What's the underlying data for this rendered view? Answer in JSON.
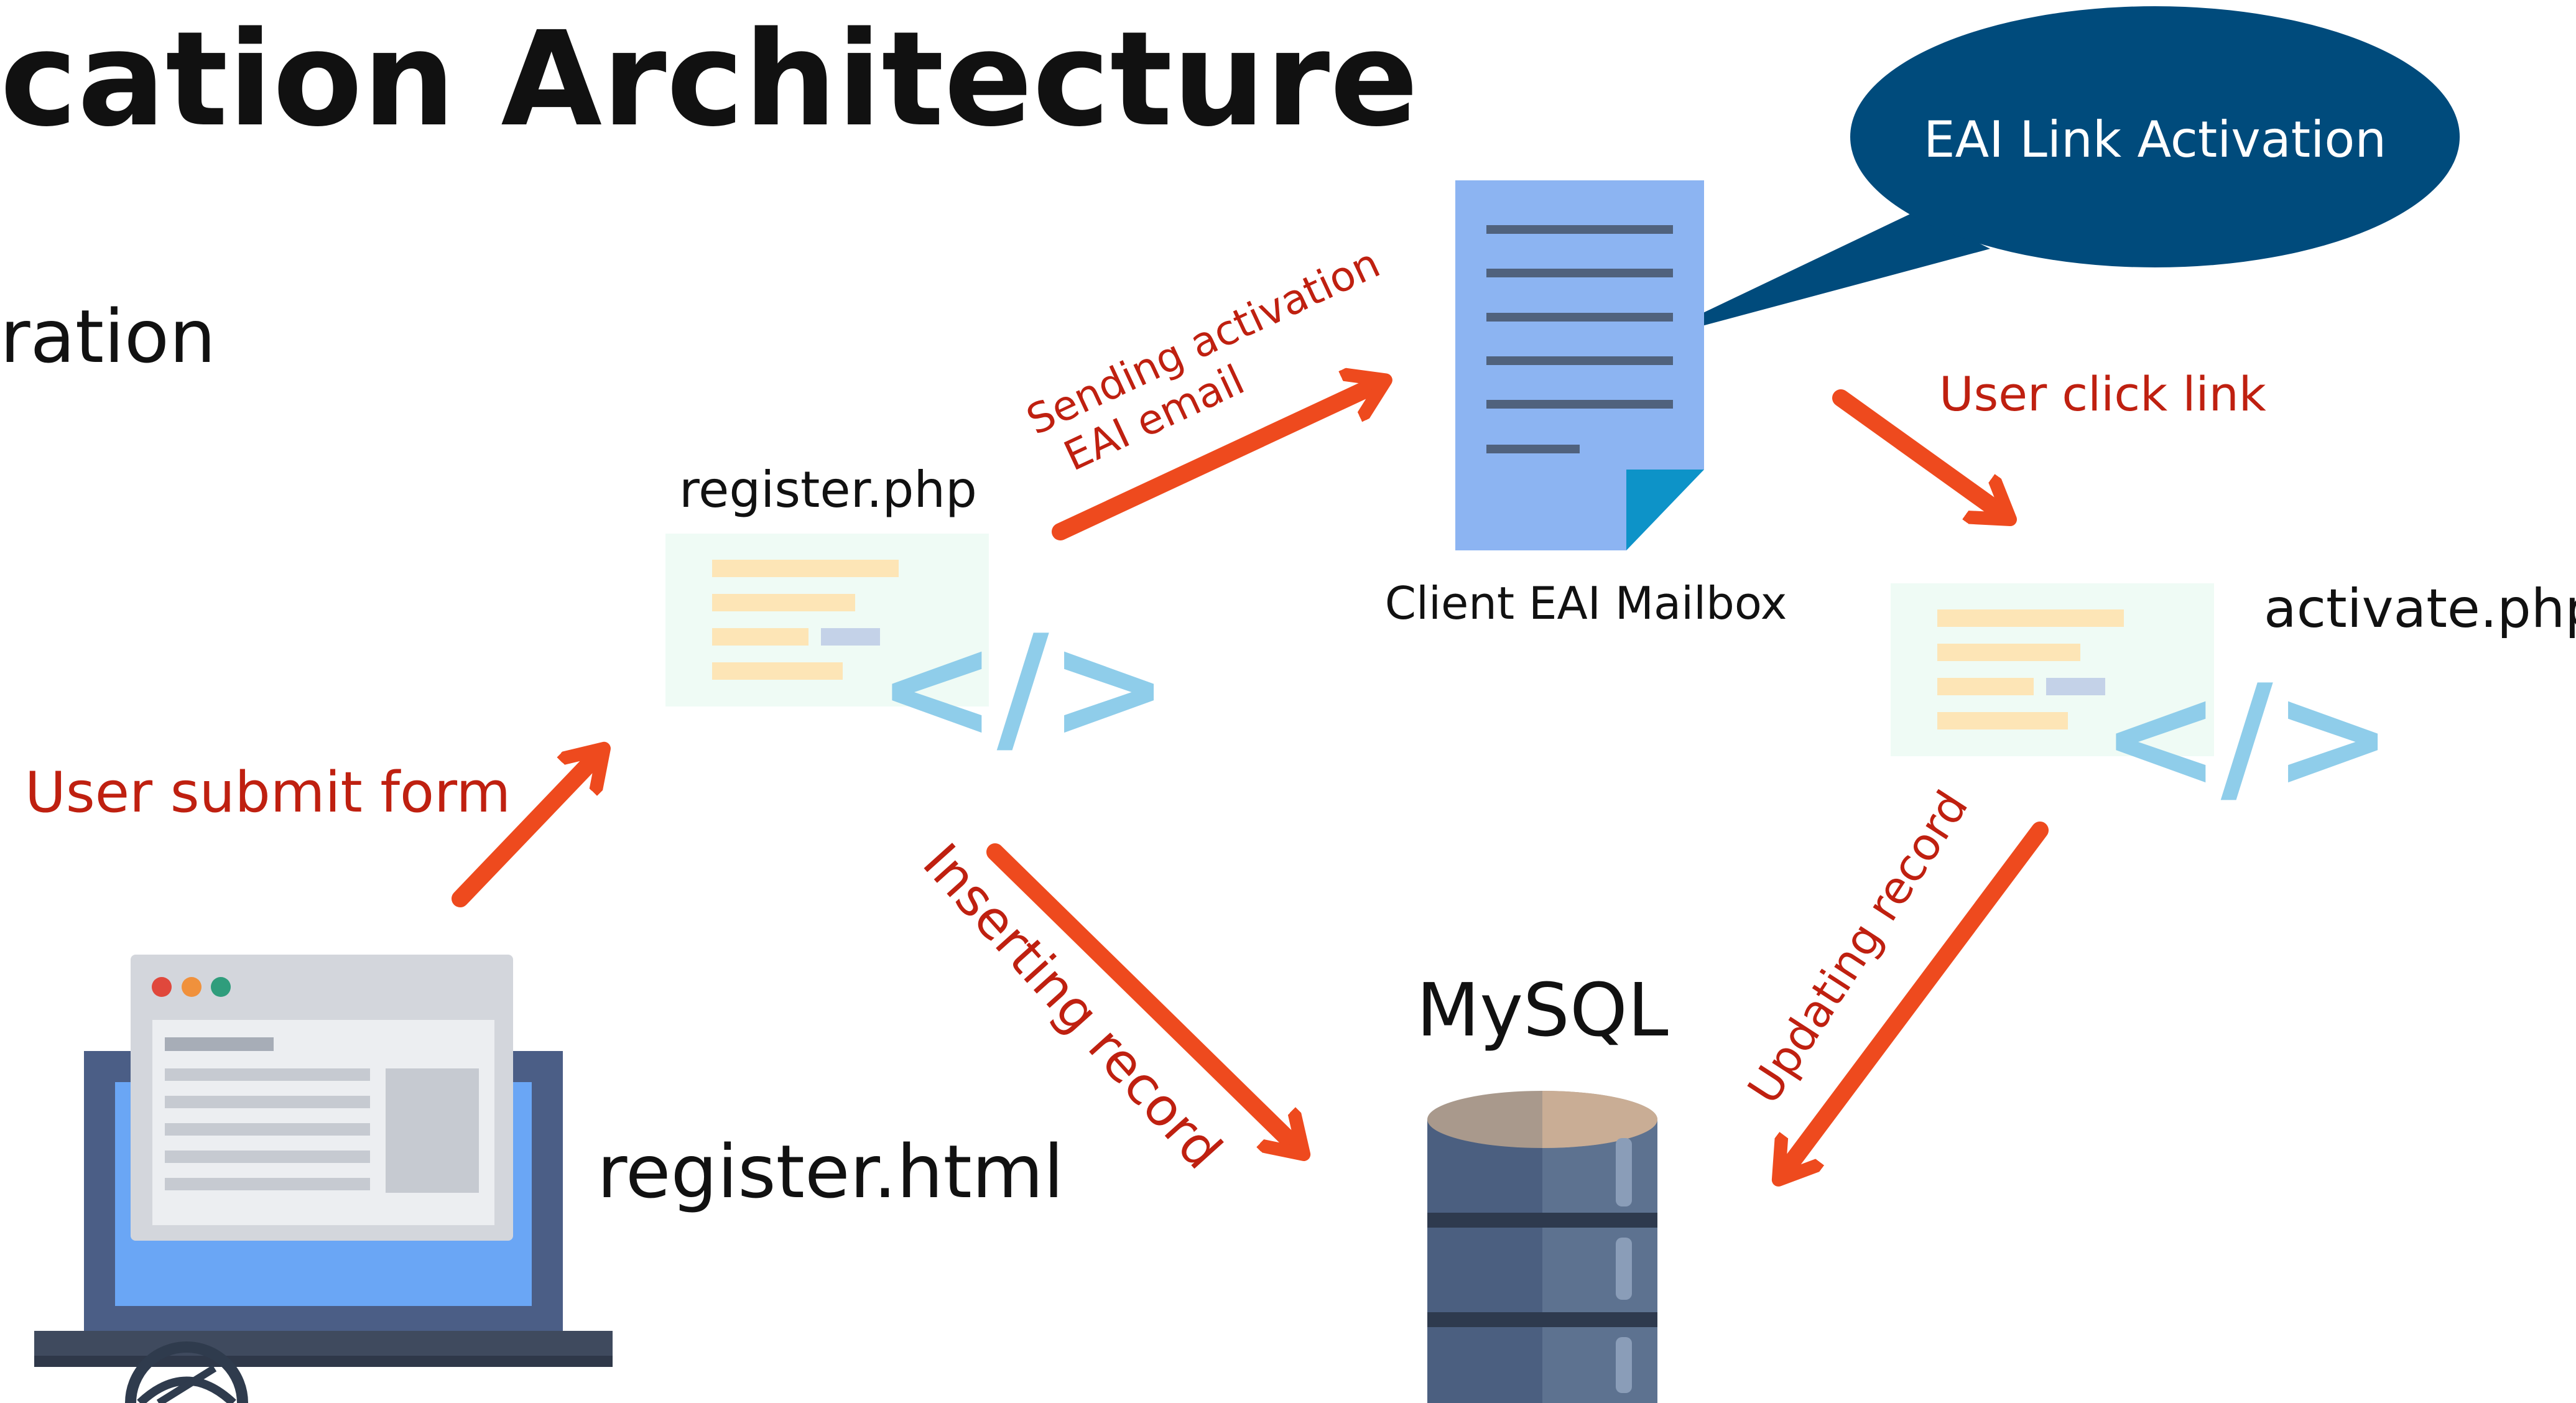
{
  "slide": {
    "title": "cation Architecture",
    "subtitle": "ration"
  },
  "nodes": {
    "register_html": "register.html",
    "register_php": "register.php",
    "mailbox": "Client EAI Mailbox",
    "activate_php": "activate.php",
    "database": "MySQL"
  },
  "callout": {
    "text": "EAI Link Activation",
    "color": "#004b7c"
  },
  "arrows": {
    "submit": "User submit form",
    "sending_line1": "Sending activation",
    "sending_line2": "EAI email",
    "click": "User click link",
    "inserting": "Inserting record",
    "updating": "Updating record"
  },
  "colors": {
    "arrow": "#ee4a1e",
    "arrow_label": "#bf2010",
    "code_accent": "#8fcdea",
    "document": "#8cb4f2"
  },
  "icons": [
    "laptop-browser-icon",
    "code-file-icon",
    "email-document-icon",
    "database-icon",
    "logo-icon"
  ]
}
